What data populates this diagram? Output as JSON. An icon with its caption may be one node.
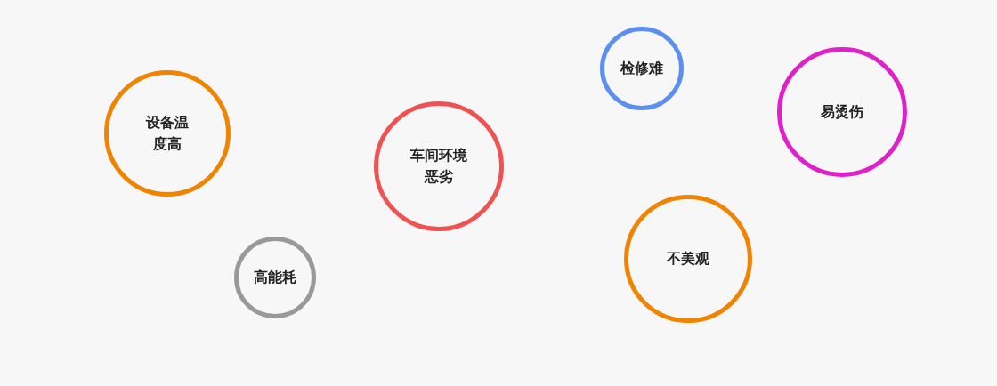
{
  "diagram": {
    "nodes": [
      {
        "text": [
          "设备温度高"
        ]
      },
      {
        "text": [
          "高能耗"
        ]
      },
      {
        "text": [
          "车间环境恶劣"
        ]
      },
      {
        "text": [
          "检修难"
        ]
      },
      {
        "text": [
          "不美观"
        ]
      },
      {
        "text": [
          "易烫伤"
        ]
      }
    ]
  }
}
